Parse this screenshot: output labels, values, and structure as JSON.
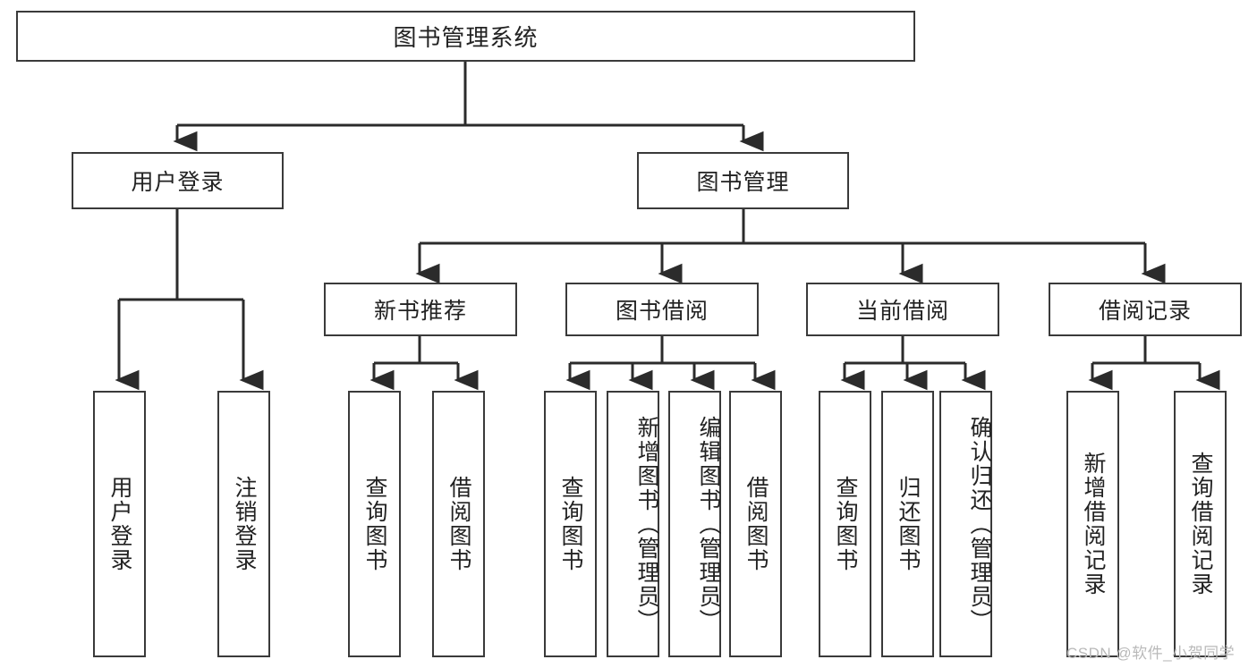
{
  "diagram": {
    "title": "图书管理系统",
    "type": "tree-hierarchy-diagram",
    "colors": {
      "box_border": "#3a3a3a",
      "box_fill": "#ffffff",
      "connector": "#2b2b2b",
      "text": "#222222",
      "watermark": "#b9b9b9",
      "background": "#ffffff"
    },
    "root": {
      "label": "图书管理系统"
    },
    "level2": [
      {
        "label": "用户登录"
      },
      {
        "label": "图书管理"
      }
    ],
    "level3": [
      {
        "label": "新书推荐"
      },
      {
        "label": "图书借阅"
      },
      {
        "label": "当前借阅"
      },
      {
        "label": "借阅记录"
      }
    ],
    "leaves": {
      "user_login": [
        {
          "label": "用户登录"
        },
        {
          "label": "注销登录"
        }
      ],
      "new_book_recommend": [
        {
          "label": "查询图书"
        },
        {
          "label": "借阅图书"
        }
      ],
      "book_borrow": [
        {
          "label": "查询图书"
        },
        {
          "label": "新增图书（管理员）"
        },
        {
          "label": "编辑图书（管理员）"
        },
        {
          "label": "借阅图书"
        }
      ],
      "current_borrow": [
        {
          "label": "查询图书"
        },
        {
          "label": "归还图书"
        },
        {
          "label": "确认归还（管理员）"
        }
      ],
      "borrow_record": [
        {
          "label": "新增借阅记录"
        },
        {
          "label": "查询借阅记录"
        }
      ]
    }
  },
  "watermark": {
    "text": "CSDN @软件_小贺同学"
  }
}
